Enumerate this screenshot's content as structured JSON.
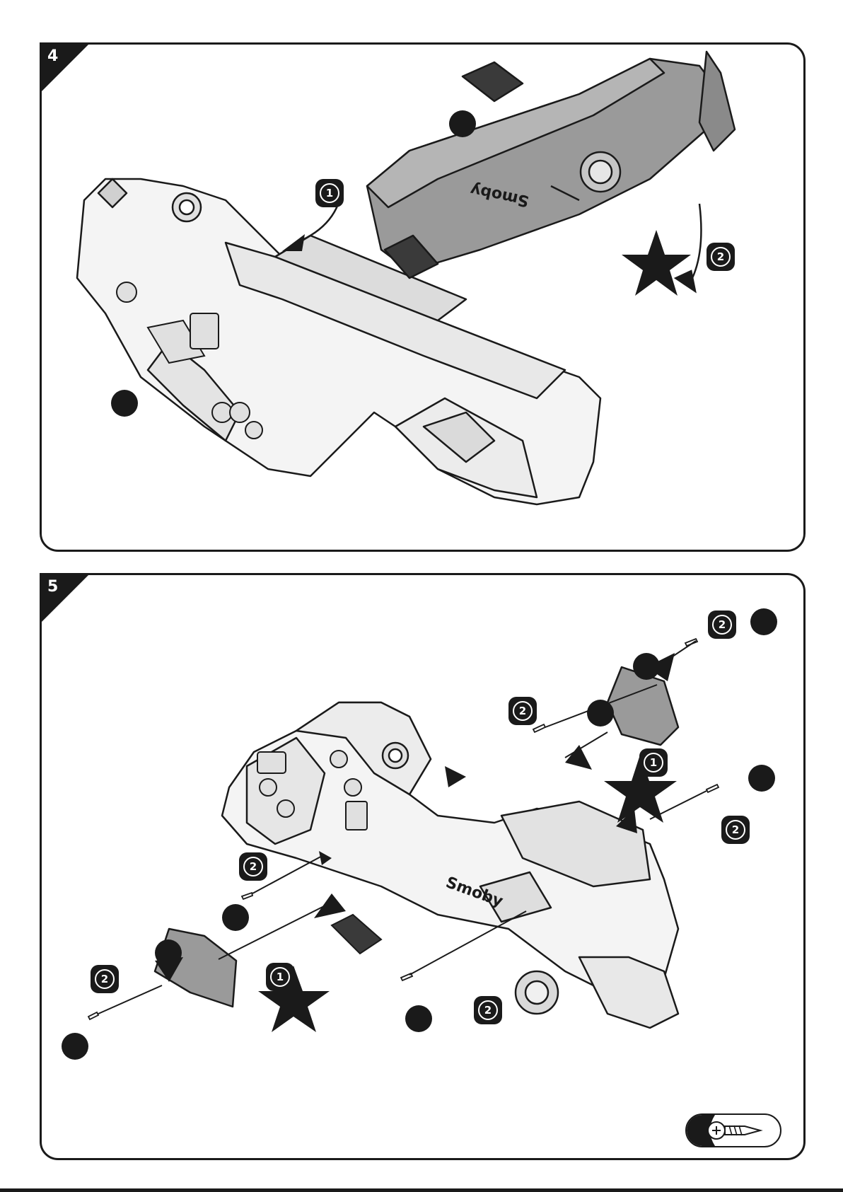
{
  "steps": [
    {
      "number": "4",
      "callouts": [
        "1",
        "2"
      ],
      "brand_text": "Smoby"
    },
    {
      "number": "5",
      "callouts": [
        "2",
        "2",
        "2",
        "1",
        "2",
        "2",
        "1",
        "2"
      ],
      "brand_text": "Smoby",
      "screw_icon": "screw-icon"
    }
  ],
  "colors": {
    "ink": "#1a1a1a",
    "part_gray": "#9a9a9a",
    "body_light": "#f2f2f2"
  }
}
